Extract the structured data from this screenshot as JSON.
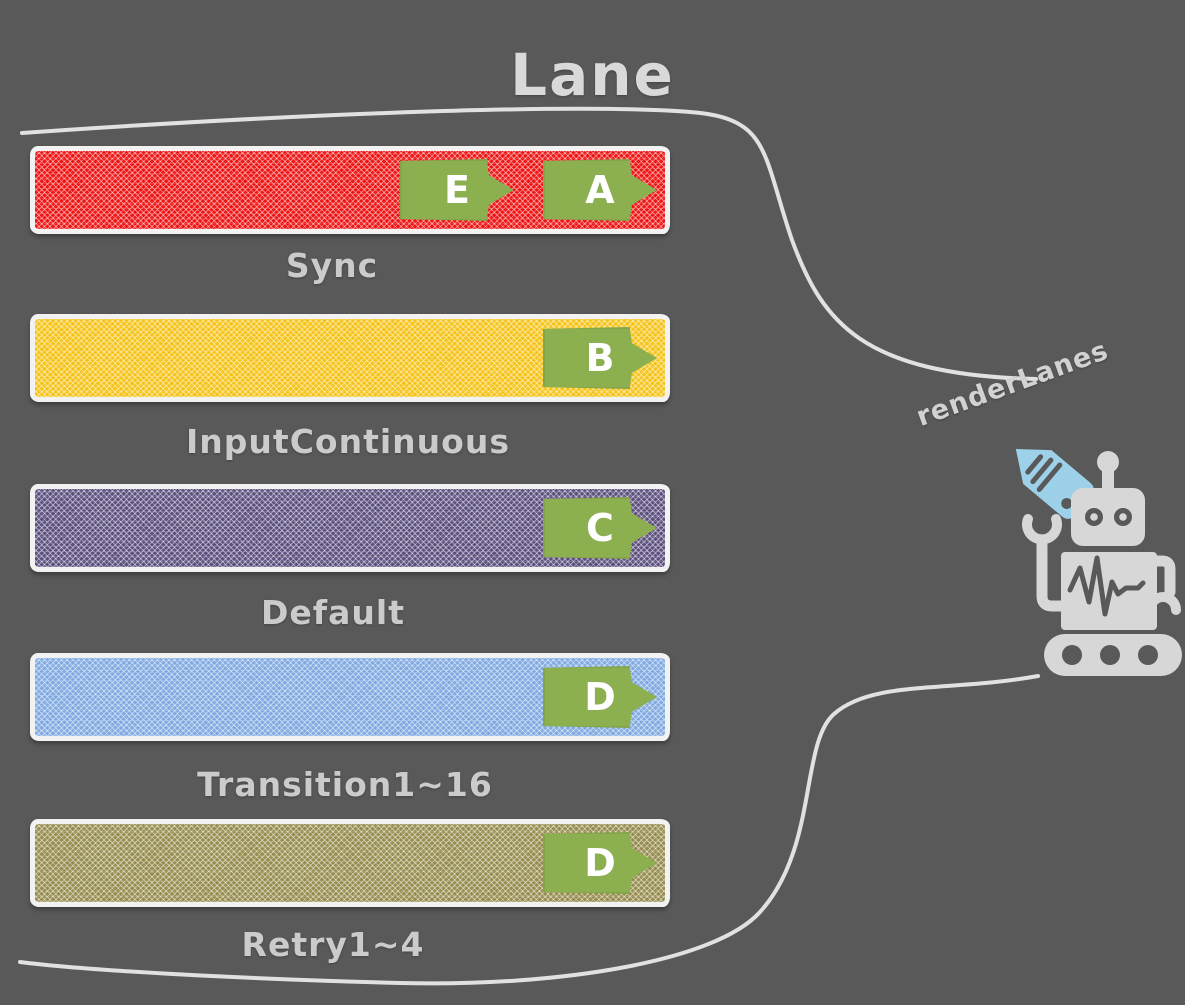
{
  "title": "Lane",
  "lanes": [
    {
      "name": "Sync",
      "color": "#ee1414",
      "tags": [
        "E",
        "A"
      ]
    },
    {
      "name": "InputContinuous",
      "color": "#f5c317",
      "tags": [
        "B"
      ]
    },
    {
      "name": "Default",
      "color": "#5c4f7d",
      "tags": [
        "C"
      ]
    },
    {
      "name": "Transition1~16",
      "color": "#7fa9e0",
      "tags": [
        "D"
      ]
    },
    {
      "name": "Retry1~4",
      "color": "#968c4e",
      "tags": [
        "D"
      ]
    }
  ],
  "annotation": {
    "label": "renderLanes"
  },
  "colors": {
    "background": "#595959",
    "connector_stroke": "#ededed",
    "bar_border": "#f2f2f2",
    "tag_green": "#8caf4f",
    "tag_icon_blue": "#9dd0e9",
    "robot_gray": "#d7d7d7",
    "text_gray": "#d2d2d2"
  }
}
